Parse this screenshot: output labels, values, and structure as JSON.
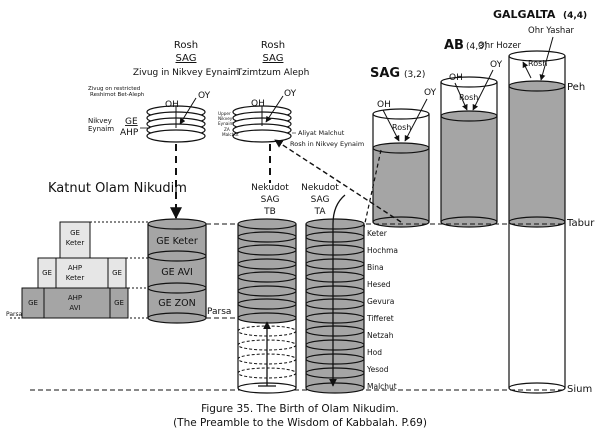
{
  "caption": {
    "line1": "Figure 35. The Birth of Olam Nikudim.",
    "line2": "(The Preamble to the Wisdom of Kabbalah. P.69)"
  },
  "labels": {
    "rosh": "Rosh",
    "sag": "SAG",
    "zivug": "Zivug in Nikvey Eynaim",
    "tzimtzum": "Tzimtzum Aleph",
    "oh": "OH",
    "oy": "OY",
    "zivug_restricted_1": "Zivug on restricted",
    "zivug_restricted_2": "Reshimot Bet-Aleph",
    "nikvey_1": "Nikvey",
    "nikvey_2": "Eynaim",
    "ge": "GE",
    "ahp": "AHP",
    "tiny_1": "Upper",
    "tiny_2": "Nikvey",
    "tiny_3": "Eynaim",
    "tiny_4": "ZA",
    "tiny_5": "Malchut",
    "aliyat": "Aliyat Malchut",
    "rosh_in_nikvey": "Rosh in Nikvey Eynaim",
    "katnut": "Katnut Olam Nikudim",
    "nekudot": "Nekudot",
    "tb": "TB",
    "ta": "TA",
    "ge_keter": "GE Keter",
    "ge_avi": "GE AVI",
    "ge_zon": "GE ZON",
    "ge_lines": [
      "GE",
      "Keter"
    ],
    "ahp_keter": [
      "AHP",
      "Keter"
    ],
    "ahp_avi": [
      "AHP",
      "AVI"
    ],
    "parsa": "Parsa",
    "sag_32": "SAG",
    "sag_32_num": "(3,2)",
    "ab": "AB",
    "ab_num": "(4,3)",
    "galgalta": "GALGALTA",
    "galgalta_num": "(4,4)",
    "ohr_hozer": "Ohr Hozer",
    "ohr_yashar": "Ohr Yashar",
    "peh": "Peh",
    "tabur": "Tabur",
    "sium": "Sium",
    "sefirot": [
      "Keter",
      "Hochma",
      "Bina",
      "Hesed",
      "Gevura",
      "Tifferet",
      "Netzah",
      "Hod",
      "Yesod",
      "Malchut"
    ]
  }
}
